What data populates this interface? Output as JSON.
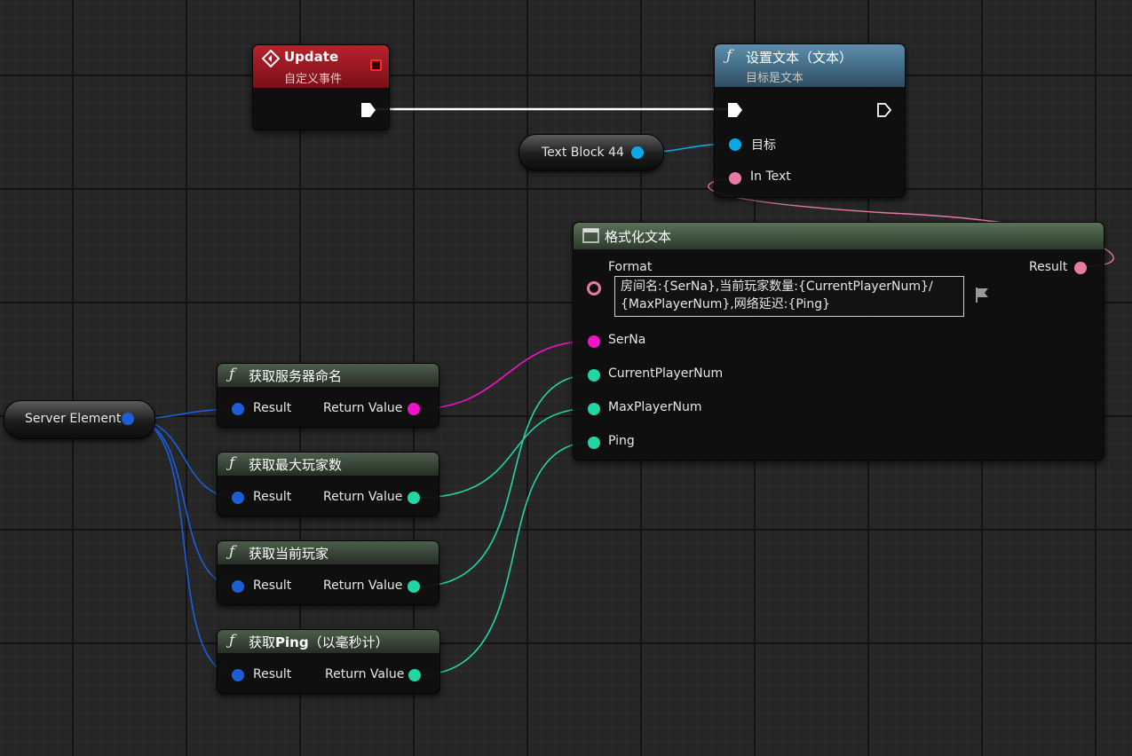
{
  "nodes": {
    "update_event": {
      "title": "Update",
      "subtitle": "自定义事件"
    },
    "set_text": {
      "title": "设置文本（文本）",
      "subtitle": "目标是文本",
      "target_label": "目标",
      "in_text_label": "In Text"
    },
    "text_block": {
      "label": "Text Block 44"
    },
    "format_text": {
      "title": "格式化文本",
      "format_label": "Format",
      "format_line1": "房间名:{SerNa},当前玩家数量:{CurrentPlayerNum}/",
      "format_line2": "{MaxPlayerNum},网络延迟:{Ping}",
      "result_label": "Result",
      "inputs": [
        "SerNa",
        "CurrentPlayerNum",
        "MaxPlayerNum",
        "Ping"
      ]
    },
    "server_element": {
      "label": "Server Element"
    },
    "functions": [
      {
        "title": "获取服务器命名",
        "result": "Result",
        "return_value": "Return Value"
      },
      {
        "title": "获取最大玩家数",
        "result": "Result",
        "return_value": "Return Value"
      },
      {
        "title": "获取当前玩家",
        "result": "Result",
        "return_value": "Return Value"
      },
      {
        "title_prefix": "获取",
        "title_bold": "Ping",
        "title_suffix": "（以毫秒计）",
        "result": "Result",
        "return_value": "Return Value"
      }
    ]
  },
  "colors": {
    "exec": "#ffffff",
    "object": "#1c5ed8",
    "widget": "#0ba8e8",
    "text": "#e87aa8",
    "string": "#f014c8",
    "int": "#22d5a4"
  }
}
